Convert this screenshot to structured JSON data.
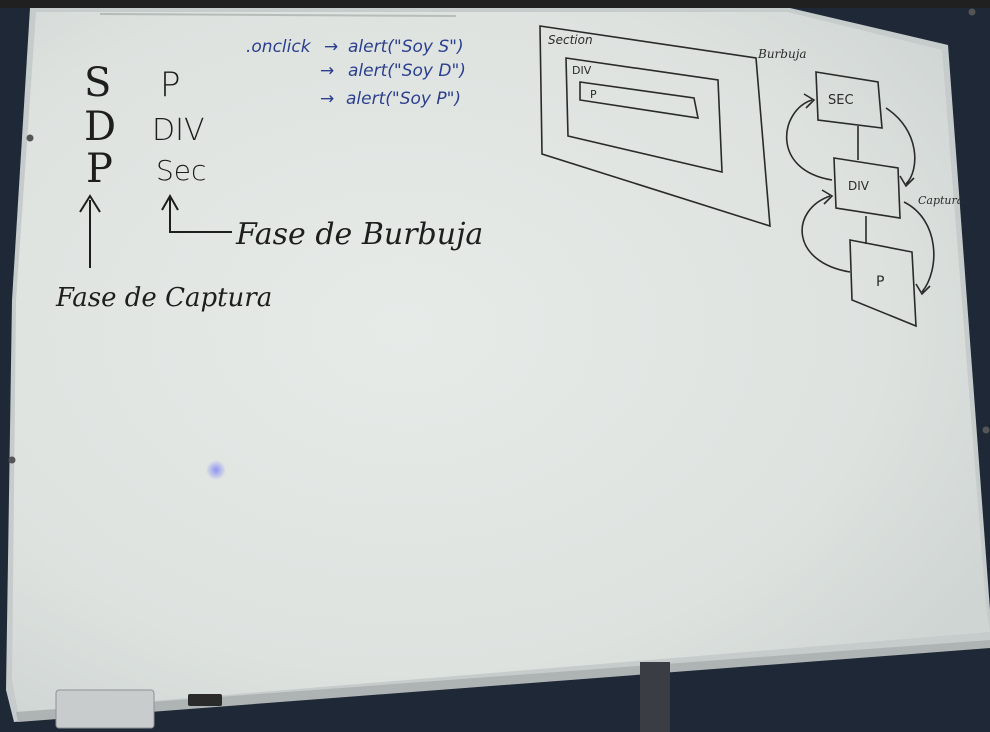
{
  "scene": {
    "colors": {
      "background": "#1f2836",
      "board": "#dfe4e1",
      "frame": "#c6cbcb",
      "black_marker": "#1e1e1e",
      "blue_marker": "#2b3f8e"
    }
  },
  "board": {
    "left_column": {
      "letters": [
        "S",
        "D",
        "P"
      ],
      "elements": [
        "P",
        "DIV",
        "Sec"
      ]
    },
    "handlers": {
      "trigger": ".onclick",
      "lines": [
        "alert(\"Soy S\")",
        "alert(\"Soy D\")",
        "alert(\"Soy P\")"
      ]
    },
    "phases": {
      "bubble": "Fase de Burbuja",
      "capture": "Fase de Captura"
    },
    "nesting": {
      "section": "Section",
      "div": "DIV",
      "p": "P"
    },
    "flow": {
      "bubble_label": "Burbuja",
      "capture_label": "Captura",
      "nodes": [
        "SEC",
        "DIV",
        "P"
      ]
    }
  }
}
